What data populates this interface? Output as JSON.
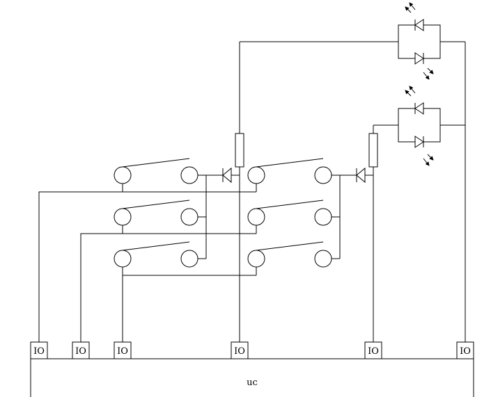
{
  "diagram": {
    "controller_label": "uc",
    "io_labels": [
      "IO",
      "IO",
      "IO",
      "IO",
      "IO",
      "IO"
    ]
  }
}
